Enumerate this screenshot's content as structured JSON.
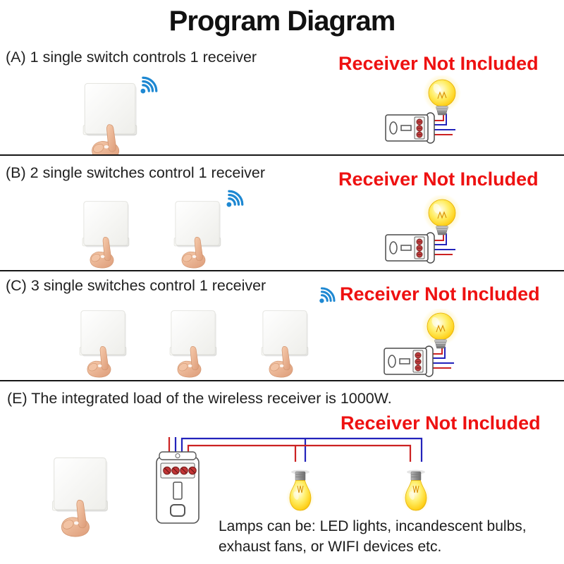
{
  "title": "Program Diagram",
  "sections": {
    "a": {
      "label": "(A) 1 single switch controls 1 receiver",
      "warning": "Receiver Not Included",
      "switch_count": 1
    },
    "b": {
      "label": "(B) 2 single switches control 1 receiver",
      "warning": "Receiver Not Included",
      "switch_count": 2
    },
    "c": {
      "label": "(C) 3 single switches control 1 receiver",
      "warning": "Receiver Not Included",
      "switch_count": 3
    },
    "e": {
      "label": "(E) The integrated load of the wireless receiver is 1000W.",
      "warning": "Receiver Not Included",
      "note_line1": "Lamps can be: LED lights, incandescent bulbs,",
      "note_line2": "exhaust fans, or WIFI devices etc.",
      "switch_count": 1,
      "lamp_count": 2
    }
  },
  "icons": {
    "wifi": "wifi-signal-icon",
    "switch": "wireless-wall-switch-with-pointing-hand",
    "receiver": "wireless-receiver-module",
    "bulb_up": "light-bulb-upright",
    "bulb_hanging": "light-bulb-hanging"
  },
  "colors": {
    "warning_red": "#ee1111",
    "wifi_blue": "#1e88d2",
    "wire_red": "#cc2222",
    "wire_blue": "#2323bb",
    "bulb_yellow": "#ffd21e",
    "title_black": "#111111"
  }
}
